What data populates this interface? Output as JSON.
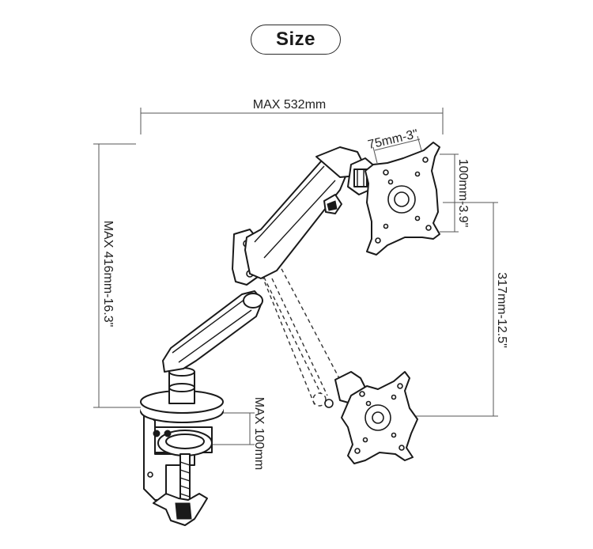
{
  "title": "Size",
  "dimensions": {
    "width": "MAX 532mm",
    "height": "MAX 416mm-16.3\"",
    "vesa_horizontal": "75mm-3\"",
    "vesa_vertical": "100mm-3.9\"",
    "pole_to_plate": "317mm-12.5\"",
    "clamp_depth": "MAX 100mm"
  }
}
